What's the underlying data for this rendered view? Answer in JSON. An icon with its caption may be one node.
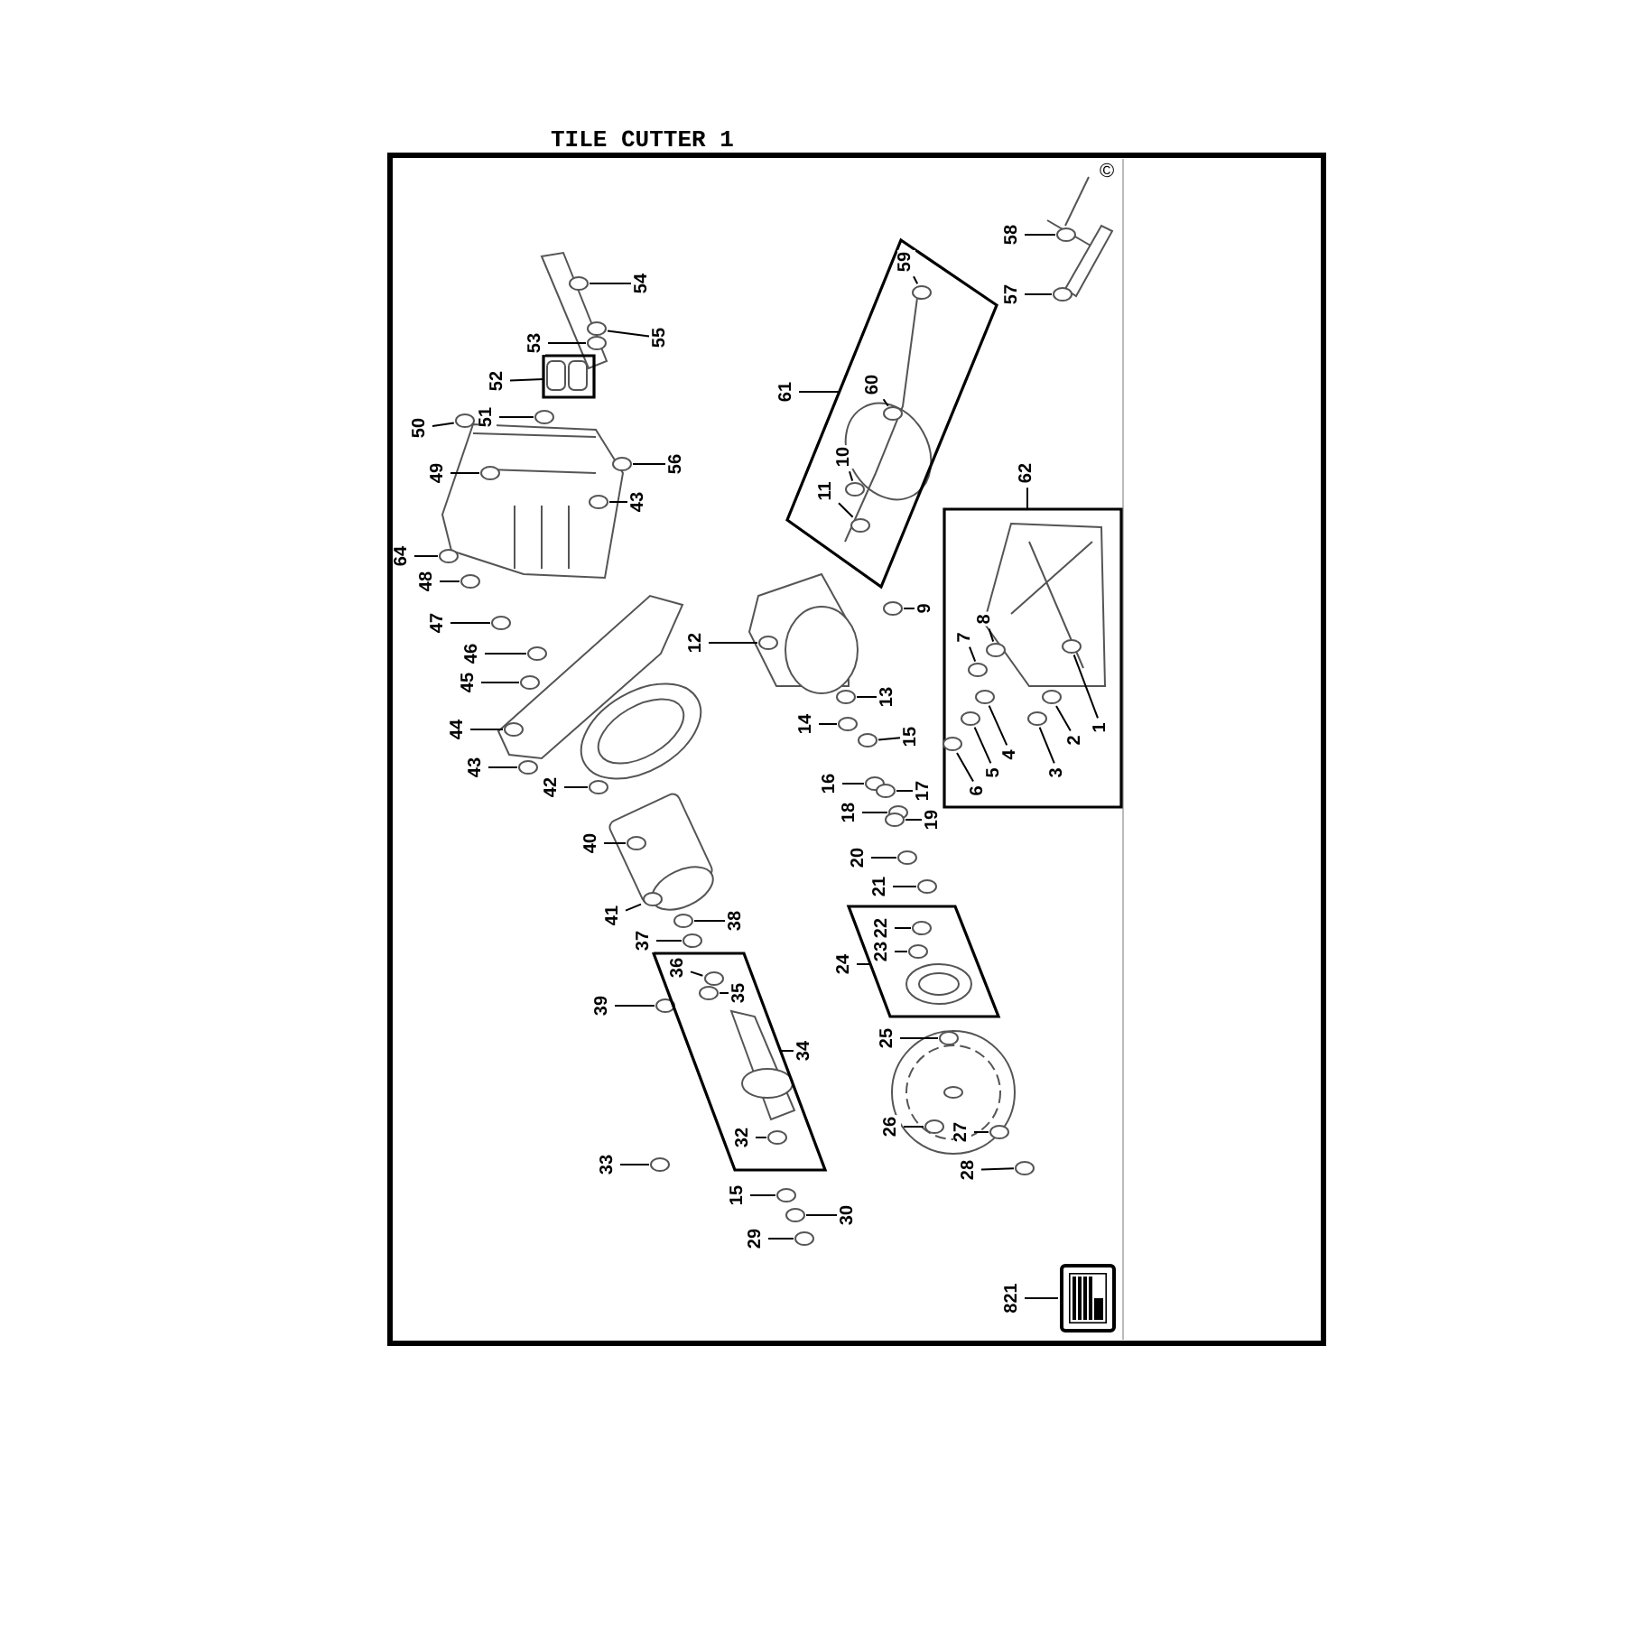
{
  "diagram": {
    "title": "TILE CUTTER 1",
    "nodes": [
      {
        "text": [
          "54"
        ]
      },
      {
        "text": [
          "55"
        ]
      },
      {
        "text": [
          "53"
        ]
      },
      {
        "text": [
          "52"
        ]
      },
      {
        "text": [],
        "shape": "box"
      },
      {
        "text": [
          "51"
        ]
      },
      {
        "text": [
          "50"
        ]
      },
      {
        "text": [
          "49"
        ]
      },
      {
        "text": [
          "56"
        ]
      },
      {
        "text": [
          "43"
        ]
      },
      {
        "text": [
          "64"
        ]
      },
      {
        "text": [
          "48"
        ]
      },
      {
        "text": [
          "47"
        ]
      },
      {
        "text": [
          "46"
        ]
      },
      {
        "text": [
          "45"
        ]
      },
      {
        "text": [
          "44"
        ]
      },
      {
        "text": [
          "43"
        ]
      },
      {
        "text": [
          "42"
        ]
      },
      {
        "text": [
          "40"
        ]
      },
      {
        "text": [
          "41"
        ]
      },
      {
        "text": [
          "38"
        ]
      },
      {
        "text": [
          "37"
        ]
      },
      {
        "text": [
          "39"
        ]
      },
      {
        "text": [
          "34"
        ]
      },
      {
        "text": [],
        "shape": "box"
      },
      {
        "text": [
          "36"
        ],
        "in": 24
      },
      {
        "text": [
          "35"
        ],
        "in": 24
      },
      {
        "text": [
          "32"
        ],
        "in": 24
      },
      {
        "text": [
          "33"
        ]
      },
      {
        "text": [
          "15"
        ]
      },
      {
        "text": [
          "30"
        ]
      },
      {
        "text": [
          "29"
        ]
      },
      {
        "text": [
          "58"
        ]
      },
      {
        "text": [
          "57"
        ]
      },
      {
        "text": [
          "61"
        ]
      },
      {
        "text": [],
        "shape": "box"
      },
      {
        "text": [
          "59"
        ],
        "in": 35
      },
      {
        "text": [
          "60"
        ],
        "in": 35
      },
      {
        "text": [
          "10"
        ],
        "in": 35
      },
      {
        "text": [
          "11"
        ],
        "in": 35
      },
      {
        "text": [
          "62"
        ]
      },
      {
        "text": [],
        "shape": "box"
      },
      {
        "text": [
          "8"
        ],
        "in": 41
      },
      {
        "text": [
          "7"
        ],
        "in": 41
      },
      {
        "text": [
          "1"
        ],
        "in": 41
      },
      {
        "text": [
          "2"
        ],
        "in": 41
      },
      {
        "text": [
          "3"
        ],
        "in": 41
      },
      {
        "text": [
          "4"
        ],
        "in": 41
      },
      {
        "text": [
          "5"
        ],
        "in": 41
      },
      {
        "text": [
          "6"
        ],
        "in": 41
      },
      {
        "text": [
          "9"
        ]
      },
      {
        "text": [
          "12"
        ]
      },
      {
        "text": [
          "13"
        ]
      },
      {
        "text": [
          "14"
        ]
      },
      {
        "text": [
          "15"
        ]
      },
      {
        "text": [
          "16"
        ]
      },
      {
        "text": [
          "17"
        ]
      },
      {
        "text": [
          "18"
        ]
      },
      {
        "text": [
          "19"
        ]
      },
      {
        "text": [
          "20"
        ]
      },
      {
        "text": [
          "21"
        ]
      },
      {
        "text": [
          "24"
        ]
      },
      {
        "text": [],
        "shape": "box"
      },
      {
        "text": [
          "22"
        ],
        "in": 62
      },
      {
        "text": [
          "23"
        ],
        "in": 62
      },
      {
        "text": [
          "25"
        ]
      },
      {
        "text": [
          "26"
        ]
      },
      {
        "text": [
          "27"
        ]
      },
      {
        "text": [
          "28"
        ]
      },
      {
        "text": [
          "821"
        ]
      },
      {
        "text": [],
        "shape": "box"
      },
      {
        "text": [],
        "shape": "circle"
      },
      {
        "text": [],
        "shape": "circle"
      },
      {
        "text": [],
        "shape": "circle"
      },
      {
        "text": [],
        "shape": "circle"
      },
      {
        "text": [],
        "shape": "circle"
      },
      {
        "text": [],
        "shape": "circle"
      },
      {
        "text": [],
        "shape": "circle"
      },
      {
        "text": [],
        "shape": "circle"
      },
      {
        "text": [],
        "shape": "circle"
      },
      {
        "text": [],
        "shape": "circle"
      },
      {
        "text": [],
        "shape": "circle"
      },
      {
        "text": [],
        "shape": "circle"
      },
      {
        "text": [],
        "shape": "circle"
      },
      {
        "text": [],
        "shape": "circle"
      },
      {
        "text": [],
        "shape": "circle"
      },
      {
        "text": [],
        "shape": "circle"
      },
      {
        "text": [],
        "shape": "circle"
      },
      {
        "text": [],
        "shape": "circle"
      },
      {
        "text": [],
        "shape": "circle"
      },
      {
        "text": [],
        "shape": "circle"
      },
      {
        "text": [],
        "shape": "circle"
      },
      {
        "text": [],
        "shape": "circle",
        "in": 24
      },
      {
        "text": [],
        "shape": "circle",
        "in": 24
      },
      {
        "text": [],
        "shape": "circle",
        "in": 24
      },
      {
        "text": [],
        "shape": "circle"
      },
      {
        "text": [],
        "shape": "circle"
      },
      {
        "text": [],
        "shape": "circle"
      },
      {
        "text": [],
        "shape": "circle"
      },
      {
        "text": [],
        "shape": "circle"
      },
      {
        "text": [],
        "shape": "circle"
      },
      {
        "text": [],
        "shape": "circle",
        "in": 35
      },
      {
        "text": [],
        "shape": "circle",
        "in": 35
      },
      {
        "text": [],
        "shape": "circle",
        "in": 35
      },
      {
        "text": [],
        "shape": "circle",
        "in": 35
      },
      {
        "text": [],
        "shape": "circle",
        "in": 41
      },
      {
        "text": [],
        "shape": "circle",
        "in": 41
      },
      {
        "text": [],
        "shape": "circle",
        "in": 41
      },
      {
        "text": [],
        "shape": "circle",
        "in": 41
      },
      {
        "text": [],
        "shape": "circle",
        "in": 41
      },
      {
        "text": [],
        "shape": "circle",
        "in": 41
      },
      {
        "text": [],
        "shape": "circle",
        "in": 41
      },
      {
        "text": [],
        "shape": "circle",
        "in": 41
      },
      {
        "text": [],
        "shape": "circle"
      },
      {
        "text": [],
        "shape": "circle"
      },
      {
        "text": [],
        "shape": "circle"
      },
      {
        "text": [],
        "shape": "circle"
      },
      {
        "text": [],
        "shape": "circle"
      },
      {
        "text": [],
        "shape": "circle"
      },
      {
        "text": [],
        "shape": "circle"
      },
      {
        "text": [],
        "shape": "circle"
      },
      {
        "text": [],
        "shape": "circle"
      },
      {
        "text": [],
        "shape": "circle"
      },
      {
        "text": [],
        "shape": "circle"
      },
      {
        "text": [],
        "shape": "circle",
        "in": 62
      },
      {
        "text": [],
        "shape": "circle",
        "in": 62
      },
      {
        "text": [],
        "shape": "circle"
      },
      {
        "text": [],
        "shape": "circle"
      },
      {
        "text": [],
        "shape": "circle"
      },
      {
        "text": [],
        "shape": "circle"
      }
    ],
    "edges": [
      {
        "from": 0,
        "to": 71,
        "arrow": "none"
      },
      {
        "from": 1,
        "to": 72,
        "arrow": "none"
      },
      {
        "from": 2,
        "to": 73,
        "arrow": "none"
      },
      {
        "from": 3,
        "to": 4,
        "arrow": "none"
      },
      {
        "from": 5,
        "to": 74,
        "arrow": "none"
      },
      {
        "from": 6,
        "to": 75,
        "arrow": "none"
      },
      {
        "from": 7,
        "to": 76,
        "arrow": "none"
      },
      {
        "from": 8,
        "to": 77,
        "arrow": "none"
      },
      {
        "from": 9,
        "to": 78,
        "arrow": "none"
      },
      {
        "from": 10,
        "to": 79,
        "arrow": "none"
      },
      {
        "from": 11,
        "to": 80,
        "arrow": "none"
      },
      {
        "from": 12,
        "to": 81,
        "arrow": "none"
      },
      {
        "from": 13,
        "to": 82,
        "arrow": "none"
      },
      {
        "from": 14,
        "to": 83,
        "arrow": "none"
      },
      {
        "from": 15,
        "to": 84,
        "arrow": "none"
      },
      {
        "from": 16,
        "to": 85,
        "arrow": "none"
      },
      {
        "from": 17,
        "to": 86,
        "arrow": "none"
      },
      {
        "from": 18,
        "to": 87,
        "arrow": "none"
      },
      {
        "from": 19,
        "to": 88,
        "arrow": "none"
      },
      {
        "from": 20,
        "to": 89,
        "arrow": "none"
      },
      {
        "from": 21,
        "to": 90,
        "arrow": "none"
      },
      {
        "from": 22,
        "to": 91,
        "arrow": "none"
      },
      {
        "from": 23,
        "to": 24,
        "arrow": "none"
      },
      {
        "from": 25,
        "to": 92,
        "arrow": "none"
      },
      {
        "from": 26,
        "to": 93,
        "arrow": "none"
      },
      {
        "from": 27,
        "to": 94,
        "arrow": "none"
      },
      {
        "from": 28,
        "to": 95,
        "arrow": "none"
      },
      {
        "from": 29,
        "to": 96,
        "arrow": "none"
      },
      {
        "from": 30,
        "to": 97,
        "arrow": "none"
      },
      {
        "from": 31,
        "to": 98,
        "arrow": "none"
      },
      {
        "from": 32,
        "to": 99,
        "arrow": "none"
      },
      {
        "from": 33,
        "to": 100,
        "arrow": "none"
      },
      {
        "from": 34,
        "to": 35,
        "arrow": "none"
      },
      {
        "from": 36,
        "to": 101,
        "arrow": "none"
      },
      {
        "from": 37,
        "to": 102,
        "arrow": "none"
      },
      {
        "from": 38,
        "to": 103,
        "arrow": "none"
      },
      {
        "from": 39,
        "to": 104,
        "arrow": "none"
      },
      {
        "from": 40,
        "to": 41,
        "arrow": "none"
      },
      {
        "from": 42,
        "to": 105,
        "arrow": "none"
      },
      {
        "from": 43,
        "to": 106,
        "arrow": "none"
      },
      {
        "from": 44,
        "to": 107,
        "arrow": "none"
      },
      {
        "from": 45,
        "to": 108,
        "arrow": "none"
      },
      {
        "from": 46,
        "to": 109,
        "arrow": "none"
      },
      {
        "from": 47,
        "to": 110,
        "arrow": "none"
      },
      {
        "from": 48,
        "to": 111,
        "arrow": "none"
      },
      {
        "from": 49,
        "to": 112,
        "arrow": "none"
      },
      {
        "from": 50,
        "to": 113,
        "arrow": "none"
      },
      {
        "from": 51,
        "to": 114,
        "arrow": "none"
      },
      {
        "from": 52,
        "to": 115,
        "arrow": "none"
      },
      {
        "from": 53,
        "to": 116,
        "arrow": "none"
      },
      {
        "from": 54,
        "to": 117,
        "arrow": "none"
      },
      {
        "from": 55,
        "to": 118,
        "arrow": "none"
      },
      {
        "from": 56,
        "to": 119,
        "arrow": "none"
      },
      {
        "from": 57,
        "to": 120,
        "arrow": "none"
      },
      {
        "from": 58,
        "to": 121,
        "arrow": "none"
      },
      {
        "from": 59,
        "to": 122,
        "arrow": "none"
      },
      {
        "from": 60,
        "to": 123,
        "arrow": "none"
      },
      {
        "from": 61,
        "to": 62,
        "arrow": "none"
      },
      {
        "from": 63,
        "to": 124,
        "arrow": "none"
      },
      {
        "from": 64,
        "to": 125,
        "arrow": "none"
      },
      {
        "from": 65,
        "to": 126,
        "arrow": "none"
      },
      {
        "from": 66,
        "to": 127,
        "arrow": "none"
      },
      {
        "from": 67,
        "to": 128,
        "arrow": "none"
      },
      {
        "from": 68,
        "to": 129,
        "arrow": "none"
      },
      {
        "from": 69,
        "to": 70,
        "arrow": "none"
      }
    ],
    "labels": [
      "©"
    ]
  }
}
